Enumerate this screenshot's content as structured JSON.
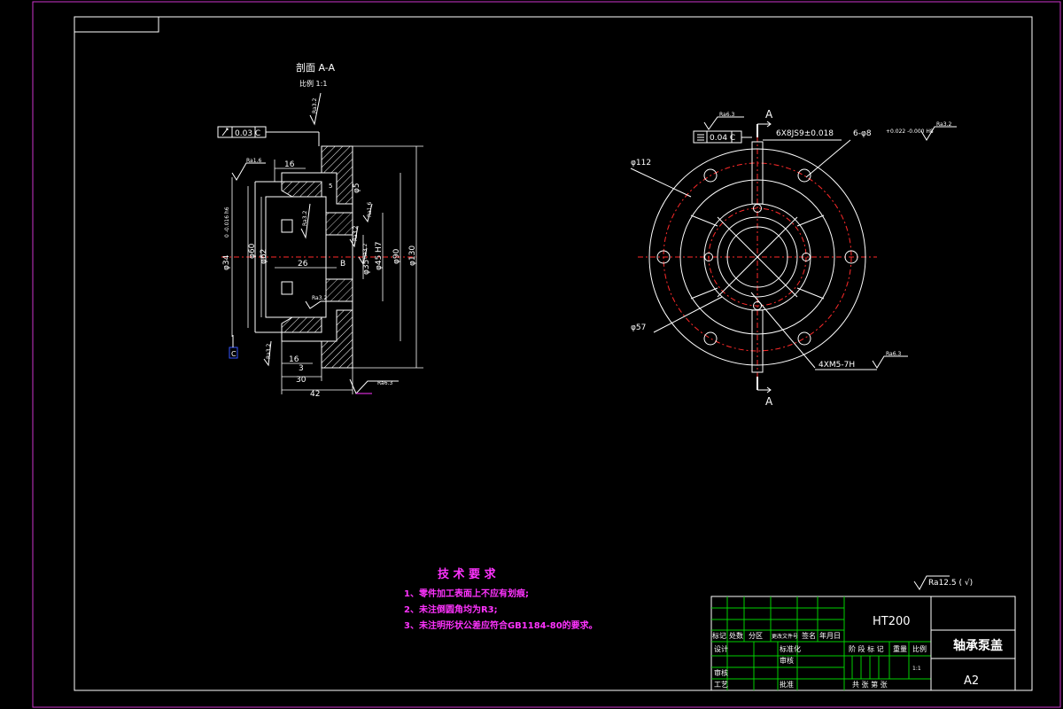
{
  "section_view": {
    "title": "剖面 A-A",
    "scale": "比例 1:1",
    "dims": {
      "d34": "φ34",
      "d60": "φ60",
      "d62": "φ62",
      "d35": "φ35",
      "d45": "φ45",
      "d90": "φ90",
      "d130": "φ130",
      "d5": "φ5",
      "l16_top": "16",
      "l16_bot": "16",
      "l26": "26",
      "l3": "3",
      "l30": "30",
      "l42": "42",
      "l5": "5"
    },
    "tol_d34": "0 -0.016 h6",
    "tol_d45": "H7",
    "runout": "0.03 C",
    "datum_c": "C",
    "datum_b": "B",
    "rough_labels": [
      "Ra3.2",
      "Ra1.6",
      "Ra3.2",
      "Ra1.6",
      "Ra3.2",
      "Ra3.2",
      "Ra3.2",
      "Ra3.2",
      "Ra6.3"
    ]
  },
  "front_view": {
    "section_marker": "A",
    "d112": "φ112",
    "d57": "φ57",
    "keyway": "6X8JS9±0.018",
    "holes6": "6-φ8",
    "holes6_tol": "+0.022 -0.000 H8",
    "threads": "4XM5-7H",
    "flatness": "0.04 C",
    "rough_labels": [
      "Ra6.3",
      "Ra3.2",
      "Ra6.3"
    ]
  },
  "tech_requirements": {
    "heading": "技 术 要 求",
    "items": [
      "1、零件加工表面上不应有划痕;",
      "2、未注倒圆角均为R3;",
      "3、未注明形状公差应符合GB1184-80的要求。"
    ]
  },
  "surface_other": "Ra12.5 ( √)",
  "title_block": {
    "material": "HT200",
    "part_name": "轴承泵盖",
    "drawing_no": "A2",
    "rev_headers": [
      "标记",
      "处数",
      "分区",
      "更改文件号",
      "签名",
      "年月日"
    ],
    "labels": {
      "design": "设计",
      "standard": "标准化",
      "stage": "阶 段 标 记",
      "weight": "重量",
      "scale": "比例",
      "scale_val": "1:1",
      "review": "审核",
      "process": "工艺",
      "approve": "批准",
      "check": "审核",
      "sheet": "共 张 第 张"
    }
  }
}
